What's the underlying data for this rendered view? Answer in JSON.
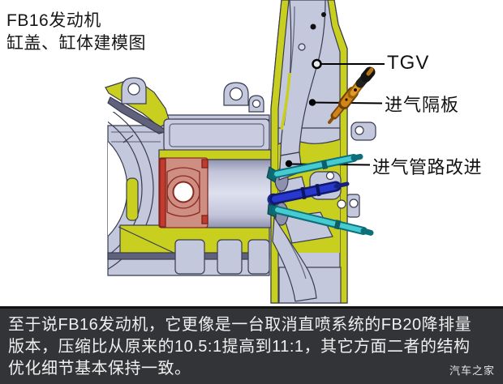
{
  "figure": {
    "title_line1": "FB16发动机",
    "title_line2": "缸盖、缸体建模图",
    "labels": {
      "tgv": "TGV",
      "intake_baffle": "进气隔板",
      "intake_pipe": "进气管路改进"
    }
  },
  "caption": {
    "line1": "至于说FB16发动机，它更像是一台取消直喷系统的FB20降排量",
    "line2": "版本，压缩比从原来的10.5:1提高到11:1，其它方面二者的结构",
    "line3": "优化细节基本保持一致。",
    "watermark": "汽车之家"
  },
  "colors": {
    "cut_surface_yellow": "#c9cf1f",
    "body_lavender": "#c4c8dd",
    "outline": "#383b50",
    "piston_salmon": "#cf8e82",
    "piston_red": "#c23b2e",
    "valve_cyan": "#45cbd1",
    "plug_blue": "#2838cf",
    "injector_orange": "#d08518",
    "caption_bg": "#333437",
    "caption_text": "#f0f0f0"
  }
}
